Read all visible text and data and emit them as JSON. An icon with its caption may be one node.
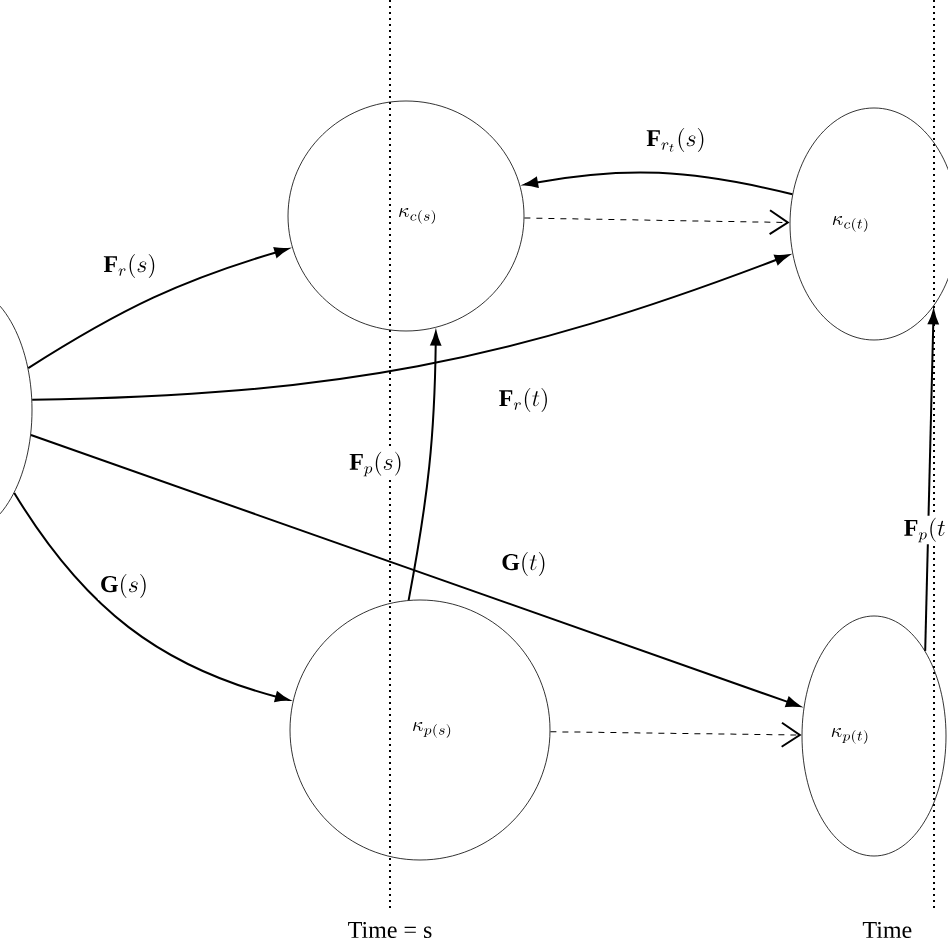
{
  "diagram": {
    "nodes": [
      {
        "text": [],
        "shape": "circle"
      },
      {
        "text": [
          "\\kappa_{c(s)}"
        ]
      },
      {
        "text": [
          "\\kappa_{c(t)}"
        ]
      },
      {
        "text": [
          "\\kappa_{p(s)}"
        ]
      },
      {
        "text": [
          "\\kappa_{p(t)}"
        ]
      }
    ],
    "edges": [
      {
        "from": 0,
        "to": 1,
        "arrow": "to",
        "label": "\\mathbf{F}_r(s)"
      },
      {
        "from": 0,
        "to": 2,
        "arrow": "to",
        "label": "\\mathbf{F}_r(t)"
      },
      {
        "from": 0,
        "to": 3,
        "arrow": "to",
        "label": "\\mathbf{G}(s)"
      },
      {
        "from": 0,
        "to": 4,
        "arrow": "to",
        "label": "\\mathbf{G}(t)"
      },
      {
        "from": 3,
        "to": 1,
        "arrow": "to",
        "label": "\\mathbf{F}_p(s)"
      },
      {
        "from": 2,
        "to": 1,
        "arrow": "to",
        "label": "\\mathbf{F}_{r_t}(s)"
      },
      {
        "from": 1,
        "to": 2,
        "arrow": "to",
        "style": "dashed"
      },
      {
        "from": 3,
        "to": 4,
        "arrow": "to",
        "style": "dashed"
      },
      {
        "from": 4,
        "to": 2,
        "arrow": "to",
        "label": "\\mathbf{F}_p(t"
      }
    ],
    "labels": [
      "Time = s",
      "Time"
    ]
  }
}
